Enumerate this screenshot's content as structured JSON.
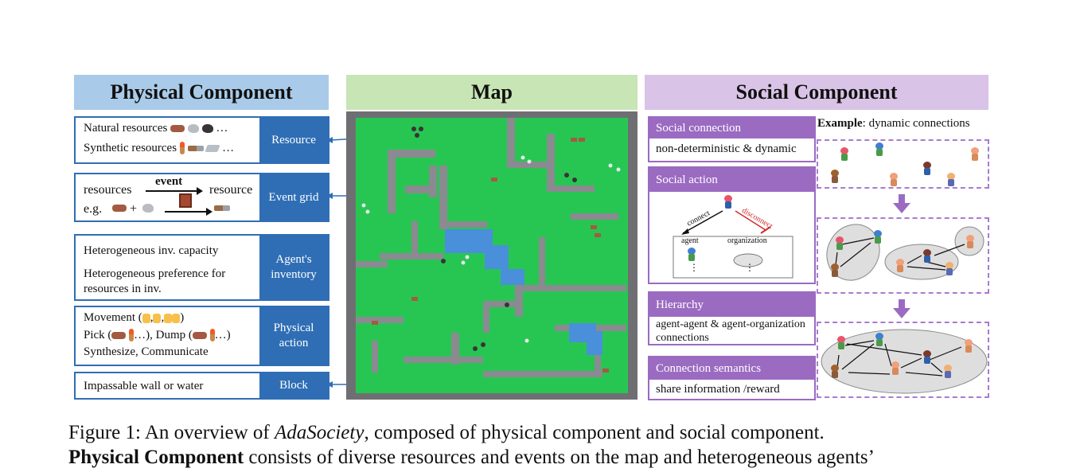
{
  "headers": {
    "physical": "Physical Component",
    "map": "Map",
    "social": "Social Component"
  },
  "physical": {
    "resource": {
      "line1": "Natural resources",
      "line2": "Synthetic resources",
      "ellipsis": "…",
      "tag": "Resource"
    },
    "event": {
      "from": "resources",
      "arrow_label": "event",
      "to": "resource",
      "eg": "e.g.",
      "plus": "+",
      "tag": "Event grid"
    },
    "inventory": {
      "line1": "Heterogeneous inv. capacity",
      "line2": "Heterogeneous preference for resources in inv.",
      "tag": "Agent's inventory"
    },
    "action": {
      "movement": "Movement (",
      "movement_end": ")",
      "pick": "Pick (",
      "pick_end": "…), Dump (",
      "dump_end": "…)",
      "comma": ",",
      "line3": "Synthesize, Communicate",
      "tag": "Physical action"
    },
    "block": {
      "line1": "Impassable wall or water",
      "tag": "Block"
    }
  },
  "social": {
    "connection": {
      "title": "Social connection",
      "body": "non-deterministic & dynamic"
    },
    "action": {
      "title": "Social action",
      "connect": "connect",
      "disconnect": "disconnect",
      "agent": "agent",
      "organization": "organization",
      "dots": "⋮"
    },
    "hierarchy": {
      "title": "Hierarchy",
      "body": "agent-agent & agent-organization connections"
    },
    "semantics": {
      "title": "Connection semantics",
      "body": "share information /reward"
    },
    "example_label": "Example",
    "example_text": ": dynamic connections"
  },
  "caption": {
    "line1_pre": "Figure 1:  An overview of ",
    "line1_em": "AdaSociety",
    "line1_post": ", composed of physical component and social component.",
    "line2_bold": "Physical Component",
    "line2_post": " consists of diverse resources and events on the map and heterogeneous agents’"
  },
  "colors": {
    "physical_blue": "#2f6eb5",
    "social_purple": "#9b6bc2",
    "grass": "#27c653",
    "water": "#4a8fd9",
    "wall": "#8a8a90"
  }
}
